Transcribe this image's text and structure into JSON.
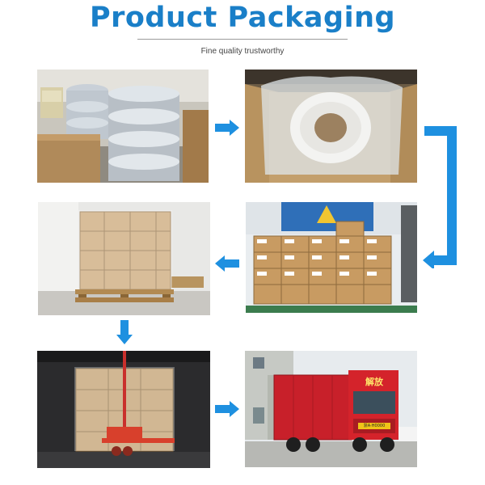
{
  "header": {
    "title": "Product Packaging",
    "subtitle": "Fine quality trustworthy"
  },
  "photos": [
    {
      "name": "spools-in-warehouse",
      "step": 1
    },
    {
      "name": "spool-in-plastic-bag-box",
      "step": 2
    },
    {
      "name": "cartons-stacked-against-wall",
      "step": 3
    },
    {
      "name": "wrapped-pallet",
      "step": 4
    },
    {
      "name": "pallet-truck-loading",
      "step": 5
    },
    {
      "name": "red-delivery-truck",
      "step": 6
    }
  ],
  "truck": {
    "cab_lettering": "解放",
    "plate": "浙A·H0000"
  },
  "colors": {
    "title": "#1a7fc8",
    "arrow": "#1e90e0",
    "truck_red": "#c8202a"
  }
}
